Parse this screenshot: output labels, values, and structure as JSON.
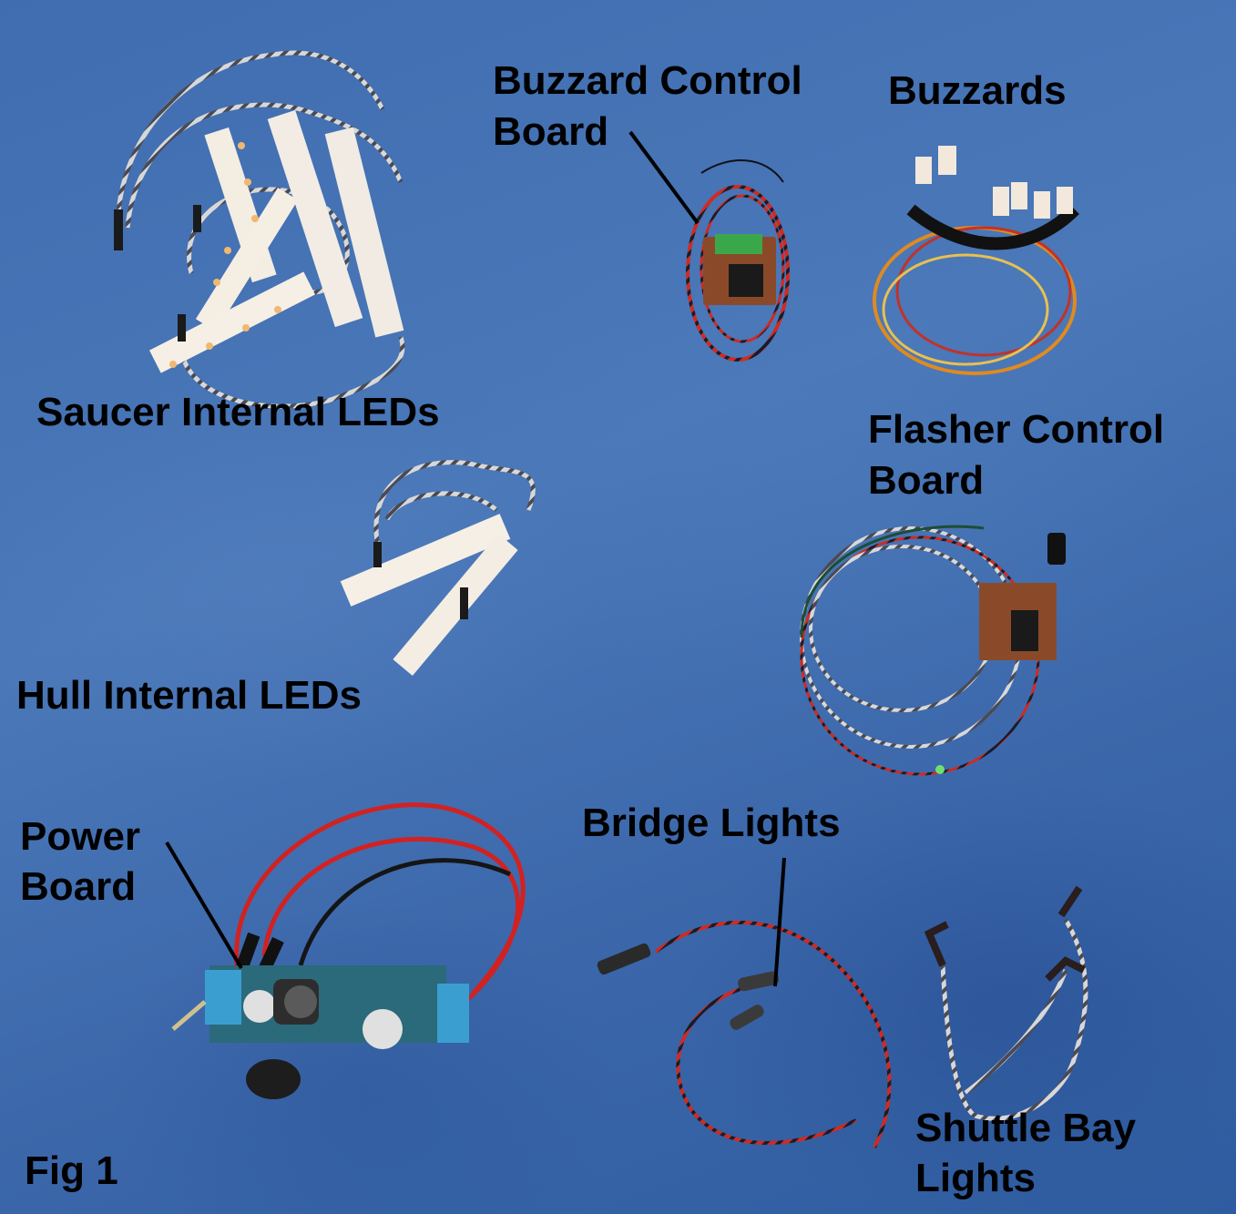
{
  "figure": {
    "caption": "Fig 1",
    "background_color": "#4373b3"
  },
  "labels": {
    "saucer": "Saucer Internal LEDs",
    "hull": "Hull Internal LEDs",
    "buzzard_control_line1": "Buzzard Control",
    "buzzard_control_line2": "Board",
    "buzzards": "Buzzards",
    "flasher_line1": "Flasher Control",
    "flasher_line2": "Board",
    "power_line1": "Power",
    "power_line2": "Board",
    "bridge": "Bridge Lights",
    "shuttle_line1": "Shuttle Bay",
    "shuttle_line2": "Lights"
  },
  "components": [
    {
      "name": "Saucer Internal LEDs",
      "type": "led-strips"
    },
    {
      "name": "Hull Internal LEDs",
      "type": "led-strips"
    },
    {
      "name": "Buzzard Control Board",
      "type": "circuit-board"
    },
    {
      "name": "Buzzards",
      "type": "led-bundle"
    },
    {
      "name": "Flasher Control Board",
      "type": "circuit-board"
    },
    {
      "name": "Power Board",
      "type": "circuit-board"
    },
    {
      "name": "Bridge Lights",
      "type": "led-wire"
    },
    {
      "name": "Shuttle Bay Lights",
      "type": "led-wire"
    }
  ]
}
